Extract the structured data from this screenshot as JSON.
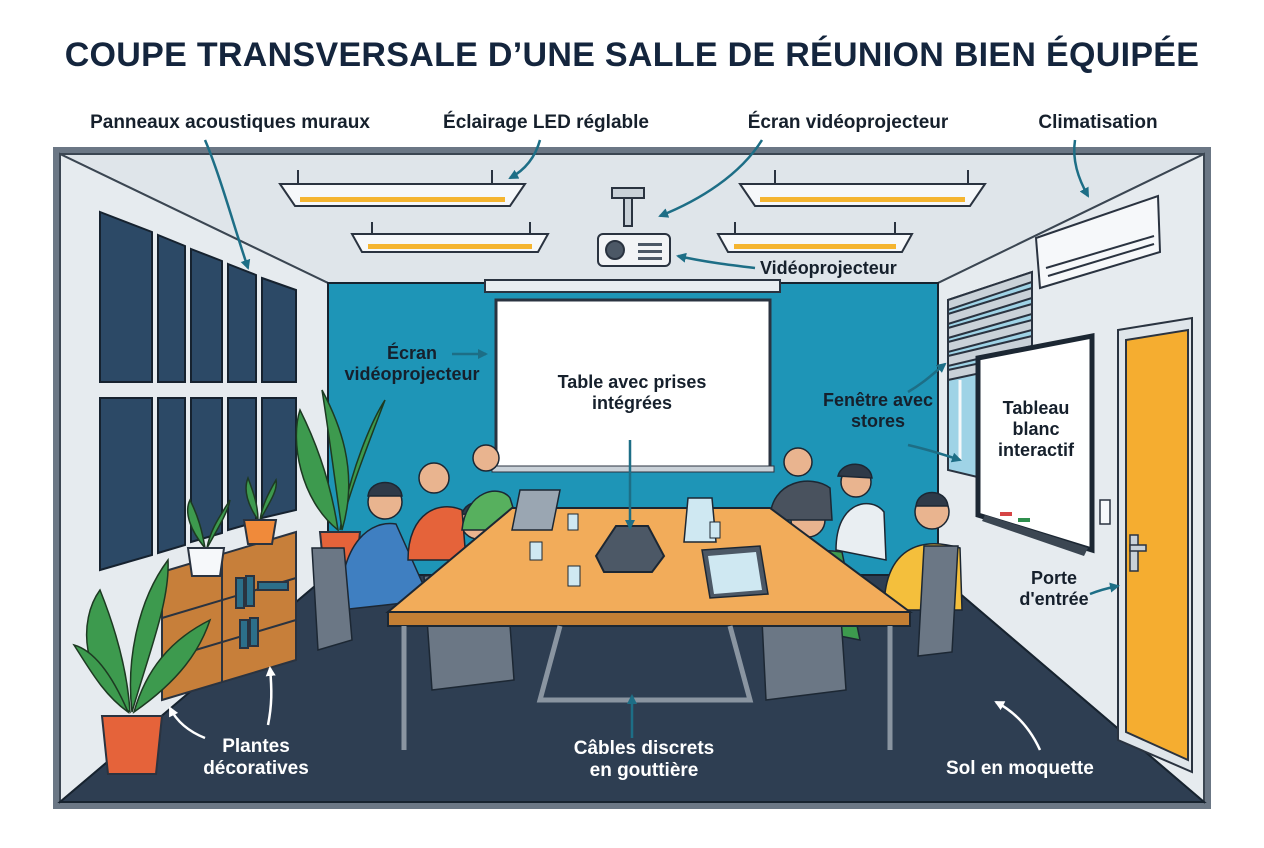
{
  "title": "COUPE TRANSVERSALE D’UNE SALLE DE RÉUNION BIEN ÉQUIPÉE",
  "labels": {
    "acoustic_panels": "Panneaux acoustiques muraux",
    "led_lighting": "Éclairage LED réglable",
    "projection_screen_top": "Écran vidéoprojecteur",
    "air_conditioning": "Climatisation",
    "projector": "Vidéoprojecteur",
    "projection_screen_side": "Écran vidéoprojecteur",
    "table_with_outlets": "Table avec prises intégrées",
    "window_with_blinds": "Fenêtre avec stores",
    "interactive_whiteboard": "Tableau blanc interactif",
    "entrance_door": "Porte d'entrée",
    "decorative_plants": "Plantes décoratives",
    "hidden_cables": "Câbles discrets en gouttière",
    "carpet_floor": "Sol en moquette"
  },
  "colors": {
    "title": "#14253d",
    "back_wall": "#1e95b7",
    "side_walls": "#e5ebf0",
    "floor": "#2e3e52",
    "table": "#f2ac5a",
    "door": "#f5ad30",
    "arrow": "#1d6e86",
    "frame": "#6b7785"
  }
}
